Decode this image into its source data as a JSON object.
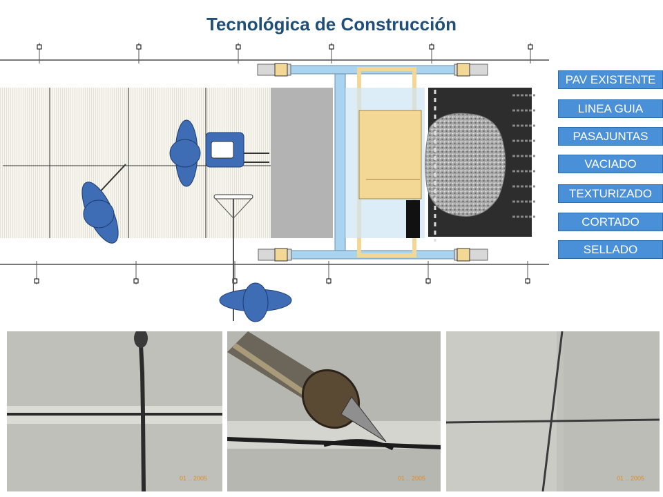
{
  "title": "Tecnológica de Construcción",
  "menu": {
    "items": [
      {
        "label": "PAV EXISTENTE"
      },
      {
        "label": "LINEA GUIA"
      },
      {
        "label": "PASAJUNTAS"
      },
      {
        "label": "VACIADO"
      },
      {
        "label": "TEXTURIZADO"
      },
      {
        "label": "CORTADO"
      },
      {
        "label": "SELLADO"
      }
    ]
  },
  "colors": {
    "title": "#1f4e79",
    "button": "#4a90d9",
    "worker": "#3e6db5",
    "frame": "#a9d3ef",
    "screed": "#f2d795"
  },
  "photos": [
    {
      "stamp": "01 .. 2005"
    },
    {
      "stamp": "01 .. 2005"
    },
    {
      "stamp": "01 .. 2005"
    }
  ]
}
